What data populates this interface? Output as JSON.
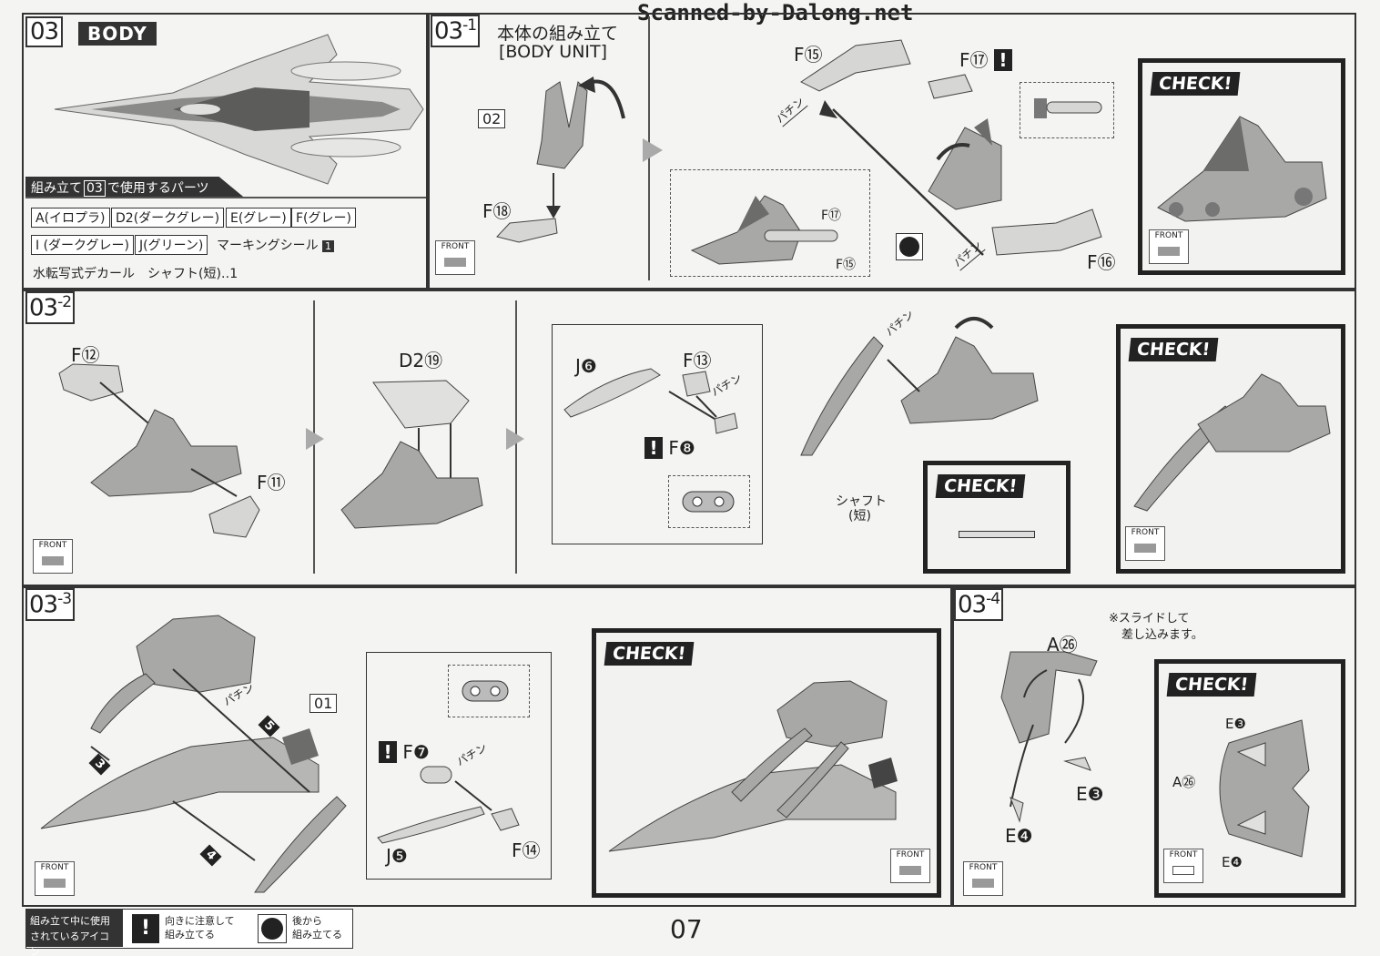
{
  "watermark": "Scanned-by-Dalong.net",
  "page_number": "07",
  "section": {
    "num": "03",
    "title": "BODY"
  },
  "parts_heading": {
    "pre": "組み立て",
    "num": "03",
    "post": "で使用するパーツ"
  },
  "parts_row1": [
    "A(イロプラ)",
    "D2(ダークグレー)",
    "E(グレー)",
    "F(グレー)"
  ],
  "parts_row2": [
    "I (ダークグレー)",
    "J(グリーン)"
  ],
  "marking": "マーキングシール",
  "marking_num": "1",
  "decal_line": "水転写式デカール　シャフト(短)‥1",
  "step_03_1": {
    "num": "03",
    "sub": "-1",
    "title_ja": "本体の組み立て",
    "title_en": "[BODY UNIT]",
    "parts": {
      "p02": "02",
      "f18": "F⑱",
      "f15": "F⑮",
      "f17": "F⑰",
      "f16": "F⑯",
      "f17b": "F⑰",
      "f15b": "F⑮"
    },
    "pachin": "パチン"
  },
  "step_03_2": {
    "num": "03",
    "sub": "-2",
    "parts": {
      "f12": "F⑫",
      "f11": "F⑪",
      "d219": "D2⑲",
      "j6": "J❻",
      "f13": "F⑬",
      "f8": "F❽"
    },
    "pachin": "パチン",
    "shaft": "シャフト",
    "shaft_short": "(短)"
  },
  "step_03_3": {
    "num": "03",
    "sub": "-3",
    "parts": {
      "p01": "01",
      "f7": "F❼",
      "j5": "J❺",
      "f14": "F⑭"
    },
    "pachin": "パチン"
  },
  "step_03_4": {
    "num": "03",
    "sub": "-4",
    "note1": "※スライドして",
    "note2": "差し込みます。",
    "parts": {
      "a26": "A㉖",
      "e3": "E❸",
      "e4": "E❹",
      "a26b": "A㉖",
      "e3b": "E❸",
      "e4b": "E❹"
    }
  },
  "check_label": "CHECK!",
  "front_label": "FRONT",
  "legend": {
    "title1": "組み立て中に使用",
    "title2": "されているアイコン",
    "icon1_1": "向きに注意して",
    "icon1_2": "組み立てる",
    "icon2_1": "後から",
    "icon2_2": "組み立てる"
  },
  "colors": {
    "line": "#333333",
    "part_fill": "#a8a8a6",
    "part_dark": "#6c6c6a",
    "bg": "#f4f4f2"
  }
}
